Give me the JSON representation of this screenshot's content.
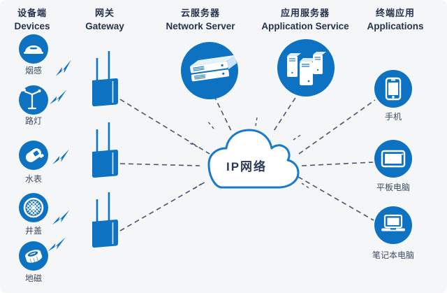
{
  "palette": {
    "primary_blue": "#0d72c1",
    "header_text": "#26324d",
    "label_text": "#3d4a62",
    "connector_line": "#46566f",
    "cloud_stroke": "#1879cf",
    "background": "#f5f6f8"
  },
  "columns": [
    {
      "zh": "设备端",
      "en": "Devices"
    },
    {
      "zh": "网关",
      "en": "Gateway"
    },
    {
      "zh": "云服务器",
      "en": "Network Server"
    },
    {
      "zh": "应用服务器",
      "en": "Application Service"
    },
    {
      "zh": "终端应用",
      "en": "Applications"
    }
  ],
  "devices": [
    {
      "label": "烟感",
      "icon": "smoke-sensor-icon"
    },
    {
      "label": "路灯",
      "icon": "street-lamp-icon"
    },
    {
      "label": "水表",
      "icon": "water-meter-icon"
    },
    {
      "label": "井盖",
      "icon": "manhole-cover-icon"
    },
    {
      "label": "地磁",
      "icon": "geomagnetic-sensor-icon"
    }
  ],
  "gateways": {
    "count": 3,
    "icon": "gateway-antenna-icon"
  },
  "servers": {
    "network": {
      "icon": "rack-server-icon"
    },
    "application": {
      "icon": "tower-servers-icon"
    }
  },
  "cloud": {
    "label": "IP网络"
  },
  "terminals": [
    {
      "label": "手机",
      "icon": "smartphone-icon"
    },
    {
      "label": "平板电脑",
      "icon": "tablet-icon"
    },
    {
      "label": "笔记本电脑",
      "icon": "laptop-icon"
    }
  ]
}
